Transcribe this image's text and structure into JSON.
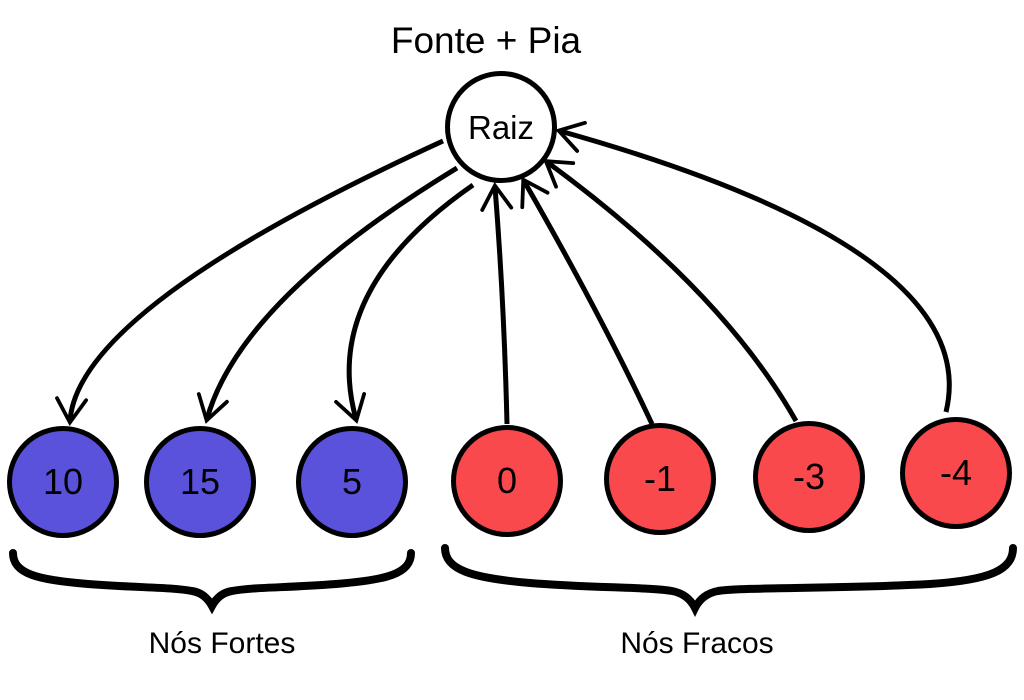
{
  "title": "Fonte + Pia",
  "root": {
    "label": "Raiz",
    "fill": "#FFFFFF"
  },
  "groups": {
    "strong": {
      "label": "Nós Fortes",
      "node_color": "#5B52DB",
      "nodes": [
        "10",
        "15",
        "5"
      ],
      "edge_direction": "root-to-node"
    },
    "weak": {
      "label": "Nós Fracos",
      "node_color": "#F9494D",
      "nodes": [
        "0",
        "-1",
        "-3",
        "-4"
      ],
      "edge_direction": "node-to-root"
    }
  },
  "edge_color": "#000000"
}
